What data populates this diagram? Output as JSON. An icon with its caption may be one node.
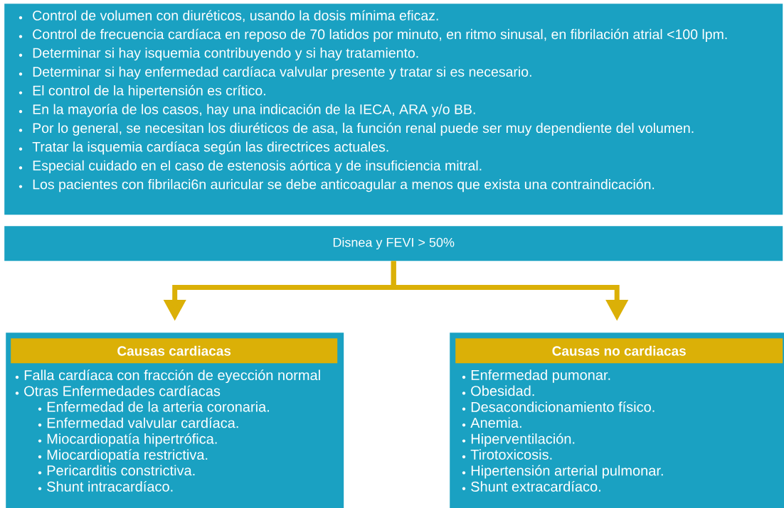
{
  "diagram": {
    "nodes": [
      {
        "text": [
          "Control de volumen con diuréticos, usando la dosis mínima eficaz.",
          "Control de frecuencia cardíaca en reposo de 70 latidos por minuto, en ritmo sinusal, en fibrilación atrial <100 lpm.",
          "Determinar si hay isquemia contribuyendo y si hay tratamiento.",
          "Determinar si hay enfermedad cardíaca valvular presente y tratar si es necesario.",
          "El control de la hipertensión es crítico.",
          "En la mayoría de los casos, hay una indicación de la IECA, ARA y/o BB.",
          "Por lo general, se necesitan los diuréticos de asa, la función renal puede ser muy dependiente del volumen.",
          "Tratar la isquemia cardíaca según las directrices actuales.",
          "Especial cuidado en el caso de estenosis aórtica y de insuficiencia mitral.",
          "Los pacientes con fibrilaci6n auricular se debe anticoagular a menos que exista una contraindicación."
        ]
      },
      {
        "text": [
          "Disnea y FEVI > 50%"
        ]
      },
      {
        "text": [
          "Falla cardíaca con fracción de eyección normal",
          "Otras Enfermedades cardíacas",
          "Enfermedad de la arteria coronaria.",
          "Enfermedad valvular cardíaca.",
          "Miocardiopatía hipertrófica.",
          "Miocardiopatía restrictiva.",
          "Pericarditis constrictiva.",
          "Shunt intracardíaco."
        ]
      },
      {
        "text": [
          "Causas cardiacas"
        ],
        "in": 2
      },
      {
        "text": [
          "Enfermedad pumonar.",
          "Obesidad.",
          "Desacondicionamiento físico.",
          "Anemia.",
          "Hiperventilación.",
          "Tirotoxicosis.",
          "Hipertensión arterial pulmonar.",
          "Shunt extracardíaco."
        ]
      },
      {
        "text": [
          "Causas no cardiacas"
        ],
        "in": 4
      }
    ],
    "edges": [
      {
        "from": 1,
        "to": 2,
        "arrow": "to"
      },
      {
        "from": 1,
        "to": 4,
        "arrow": "to"
      }
    ]
  }
}
